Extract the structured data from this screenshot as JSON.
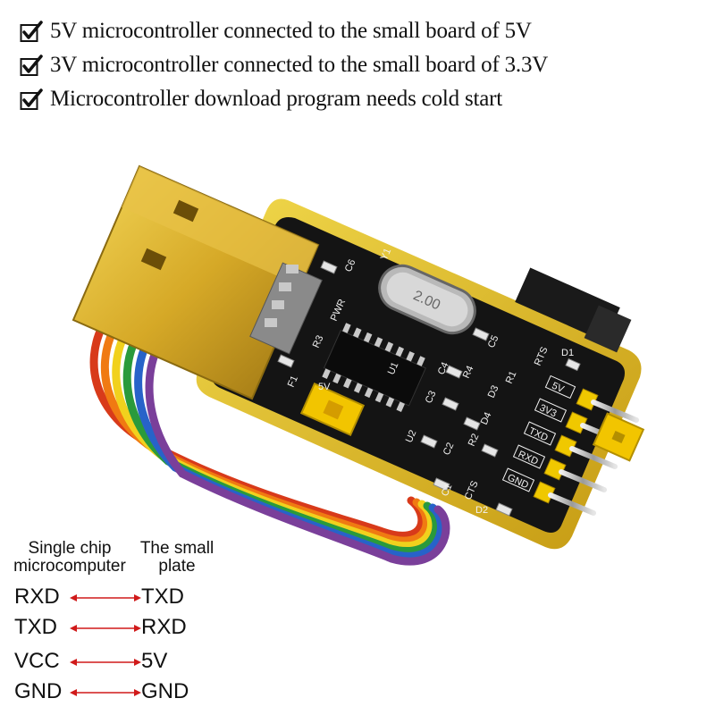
{
  "features": [
    {
      "text": "5V microcontroller connected to the small board of 5V",
      "icon": "check-icon"
    },
    {
      "text": "3V microcontroller connected to the small board of 3.3V",
      "icon": "check-icon"
    },
    {
      "text": "Microcontroller download program needs cold start",
      "icon": "check-icon"
    }
  ],
  "board": {
    "silkscreen": {
      "c6": "C6",
      "y1": "Y1",
      "crystal": "2.00",
      "pwr": "PWR",
      "r3": "R3",
      "c5": "C5",
      "rts": "RTS",
      "d1": "D1",
      "f1": "F1",
      "u1": "U1",
      "c4": "C4",
      "r4": "R4",
      "d3": "D3",
      "r1": "R1",
      "c3": "C3",
      "d4": "D4",
      "r2": "R2",
      "c2": "C2",
      "c1": "C1",
      "cts": "CTS",
      "d2": "D2",
      "u2": "U2",
      "jumper": "5V"
    },
    "pins": [
      "5V",
      "3V3",
      "TXD",
      "RXD",
      "GND"
    ],
    "colors": {
      "pcb": "#141414",
      "gold": "#e3c21a",
      "usb": "#d1a521",
      "jumper": "#f2c500",
      "wires": [
        "#d83a1a",
        "#f07a12",
        "#f1d11d",
        "#2a9a3c",
        "#2763c9",
        "#7a3f9a"
      ]
    }
  },
  "connections": {
    "left_header": "Single chip microcomputer",
    "right_header": "The small plate",
    "pairs": [
      {
        "left": "RXD",
        "right": "TXD"
      },
      {
        "left": "TXD",
        "right": "RXD"
      },
      {
        "left": "VCC",
        "right": "5V"
      },
      {
        "left": "GND",
        "right": "GND"
      }
    ],
    "arrow_color": "#d01a1a"
  }
}
